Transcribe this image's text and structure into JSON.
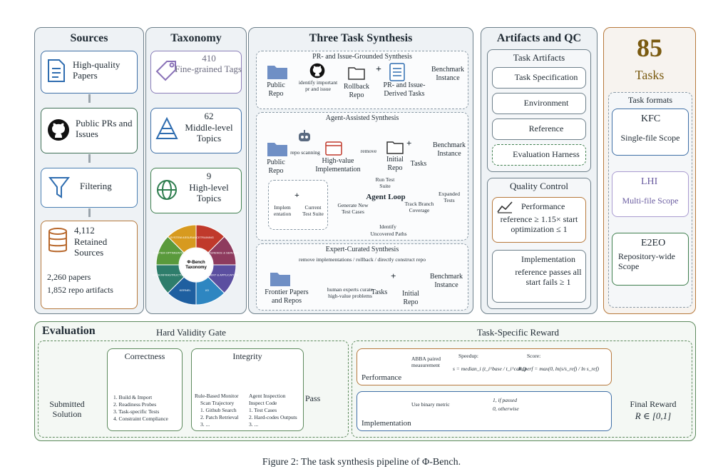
{
  "sources": {
    "title": "Sources",
    "papers": "High-quality Papers",
    "prs": "Public PRs and Issues",
    "filtering": "Filtering",
    "retained_count": "4,112",
    "retained_label": "Retained Sources",
    "papers_count": "2,260 papers",
    "repo_count": "1,852 repo artifacts"
  },
  "taxonomy": {
    "title": "Taxonomy",
    "fine_count": "410",
    "fine_label": "Fine-grained Tags",
    "mid_count": "62",
    "mid_label": "Middle-level Topics",
    "high_count": "9",
    "high_label": "High-level Topics",
    "wheel_center": "Φ-Bench Taxonomy",
    "segments": [
      "TRAINING",
      "INFERENCE & SERVING",
      "AGENT & APPLICATION",
      "I/O",
      "KERNEL",
      "DATA INFRASTRUCTURE",
      "SYSTEM OPTIMIZATION",
      "SYSTEM ASSURANCE"
    ],
    "segment_colors": [
      "#c0392b",
      "#8e3b5e",
      "#5b4fa0",
      "#2e86c1",
      "#1f5fa0",
      "#2e7d6b",
      "#5a9a3c",
      "#d79a1f"
    ]
  },
  "synthesis": {
    "title": "Three Task Synthesis",
    "pr": {
      "title": "PR- and Issue-Grounded Synthesis",
      "public_repo": "Public Repo",
      "identify": "identify important pr and issue",
      "rollback": "Rollback Repo",
      "derived": "PR- and Issue-Derived Tasks",
      "benchmark": "Benchmark Instance"
    },
    "agent": {
      "title": "Agent-Assisted Synthesis",
      "public_repo": "Public Repo",
      "scanning": "repo scanning",
      "high_value": "High-value Implementation",
      "remove": "remove",
      "initial_repo": "Initial Repo",
      "tasks": "Tasks",
      "benchmark": "Benchmark Instance",
      "implementation": "Implem entation",
      "current_suite": "Current Test Suite",
      "generate": "Generate New Test Cases",
      "loop": "Agent Loop",
      "run_suite": "Run Test Suite",
      "track": "Track Branch Coverage",
      "expanded": "Expanded Tests",
      "identify": "Identify",
      "uncovered": "Uncovered Paths"
    },
    "expert": {
      "title": "Expert-Curated Synthesis",
      "subtitle": "remove implementations / rollback / directly construct repo",
      "frontier": "Frontier Papers and Repos",
      "human": "human experts curate high-value problems",
      "tasks": "Tasks",
      "initial_repo": "Initial Repo",
      "benchmark": "Benchmark Instance"
    }
  },
  "artifacts": {
    "title": "Artifacts and QC",
    "task_artifacts": "Task Artifacts",
    "items": [
      "Task Specification",
      "Environment",
      "Reference",
      "Evaluation Harness"
    ],
    "qc_title": "Quality Control",
    "perf_label": "Performance",
    "perf_rule": "reference ≥ 1.15× start optimization ≤ 1",
    "impl_label": "Implementation",
    "impl_rule": "reference passes all start fails ≥ 1"
  },
  "tasks": {
    "count": "85",
    "label": "Tasks",
    "formats_title": "Task formats",
    "kfc_name": "KFC",
    "kfc_scope": "Single-file Scope",
    "lhi_name": "LHI",
    "lhi_scope": "Multi-file Scope",
    "e2eo_name": "E2EO",
    "e2eo_scope": "Repository-wide Scope"
  },
  "evaluation": {
    "title": "Evaluation",
    "gate_title": "Hard Validity Gate",
    "submitted": "Submitted Solution",
    "correctness_title": "Correctness",
    "correctness_items": [
      "1. Build & Import",
      "2. Readiness Probes",
      "3. Task-specific Tests",
      "4. Constraint Compliance"
    ],
    "integrity_title": "Integrity",
    "monitor_title": "Rule-Based Monitor",
    "monitor_sub": "Scan Trajectory",
    "monitor_items": [
      "1. Github Search",
      "2. Patch Retrieval",
      "3. ..."
    ],
    "inspect_title": "Agent Inspection",
    "inspect_sub": "Inspect Code",
    "inspect_items": [
      "1. Test Cases",
      "2. Hard-codes Outputs",
      "3. ..."
    ],
    "pass": "Pass",
    "reward_title": "Task-Specific Reward",
    "perf_label": "Performance",
    "abba": "ABBA paired measurement",
    "speedup_label": "Speedup:",
    "speedup_formula": "s = median_i (t_i^base / t_i^cand)",
    "score_label": "Score:",
    "score_formula": "R_perf = max(0, ln(s/s_ref) / ln s_ref)",
    "impl_label": "Implementation",
    "binary": "Use binary metric",
    "impl_formula_1": "1, if passed",
    "impl_formula_0": "0, otherwise",
    "final_label": "Final Reward",
    "final_range": "R ∈ [0,1]"
  },
  "caption": "Figure 2: The task synthesis pipeline of Φ-Bench."
}
